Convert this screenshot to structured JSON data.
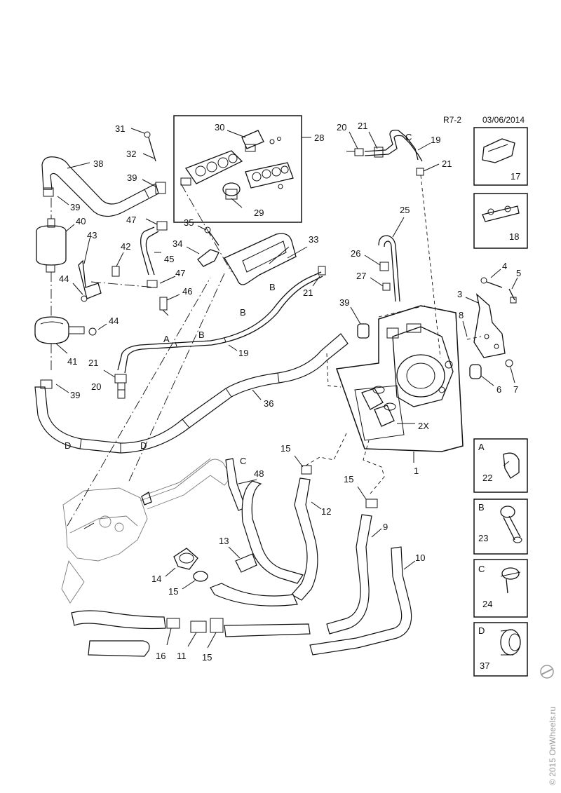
{
  "header": {
    "ref": "R7-2",
    "date": "03/06/2014"
  },
  "copyright": "© 2015 OnWheels.ru",
  "callouts": {
    "c1": "1",
    "c2x": "2X",
    "c3": "3",
    "c4": "4",
    "c5": "5",
    "c6": "6",
    "c7": "7",
    "c8": "8",
    "c9": "9",
    "c10": "10",
    "c11": "11",
    "c12": "12",
    "c13": "13",
    "c14": "14",
    "c15a": "15",
    "c15b": "15",
    "c15c": "15",
    "c15d": "15",
    "c16": "16",
    "c17": "17",
    "c18": "18",
    "c19a": "19",
    "c19b": "19",
    "c20a": "20",
    "c20b": "20",
    "c21a": "21",
    "c21b": "21",
    "c21c": "21",
    "c21d": "21",
    "c22": "22",
    "c23": "23",
    "c24": "24",
    "c25": "25",
    "c26": "26",
    "c27": "27",
    "c28": "28",
    "c29": "29",
    "c30": "30",
    "c31": "31",
    "c32": "32",
    "c33": "33",
    "c34": "34",
    "c35": "35",
    "c36": "36",
    "c37": "37",
    "c38": "38",
    "c39a": "39",
    "c39b": "39",
    "c39c": "39",
    "c39d": "39",
    "c40": "40",
    "c41": "41",
    "c42": "42",
    "c43": "43",
    "c44a": "44",
    "c44b": "44",
    "c45": "45",
    "c46": "46",
    "c47a": "47",
    "c47b": "47",
    "c48": "48"
  },
  "routing_letters": {
    "a1": "A",
    "b1": "B",
    "b2": "B",
    "b3": "B",
    "c1": "C",
    "c2": "C",
    "d1": "D",
    "d2": "D"
  },
  "detail_boxes": {
    "box_a": {
      "letter": "A",
      "part": "22"
    },
    "box_b": {
      "letter": "B",
      "part": "23"
    },
    "box_c": {
      "letter": "C",
      "part": "24"
    },
    "box_d": {
      "letter": "D",
      "part": "37"
    }
  }
}
